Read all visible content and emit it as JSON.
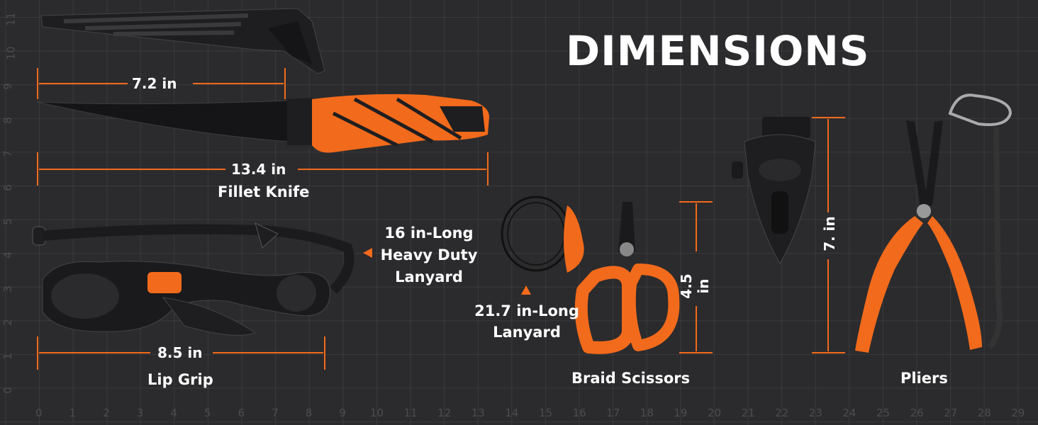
{
  "title": "DIMENSIONS",
  "x_axis": [
    "0",
    "1",
    "2",
    "3",
    "4",
    "5",
    "6",
    "7",
    "8",
    "9",
    "10",
    "11",
    "12",
    "13",
    "14",
    "15",
    "16",
    "17",
    "18",
    "19",
    "20",
    "21",
    "22",
    "23",
    "24",
    "25",
    "26",
    "27",
    "28",
    "29"
  ],
  "y_axis": [
    "11",
    "10",
    "9",
    "8",
    "7",
    "6",
    "5",
    "4",
    "3",
    "2",
    "1",
    "0"
  ],
  "products": {
    "knife": {
      "name": "Fillet Knife",
      "blade": "7.2 in",
      "overall": "13.4 in"
    },
    "lip_grip": {
      "name": "Lip Grip",
      "length": "8.5 in",
      "lanyard_1": "16 in-Long",
      "lanyard_2": "Heavy Duty",
      "lanyard_3": "Lanyard"
    },
    "scissors": {
      "name": "Braid Scissors",
      "height": "4.5 in",
      "lanyard_1": "21.7 in-Long",
      "lanyard_2": "Lanyard"
    },
    "pliers": {
      "name": "Pliers",
      "height": "7. in"
    }
  },
  "colors": {
    "accent": "#f26a1b",
    "background": "#2b2b2d"
  }
}
